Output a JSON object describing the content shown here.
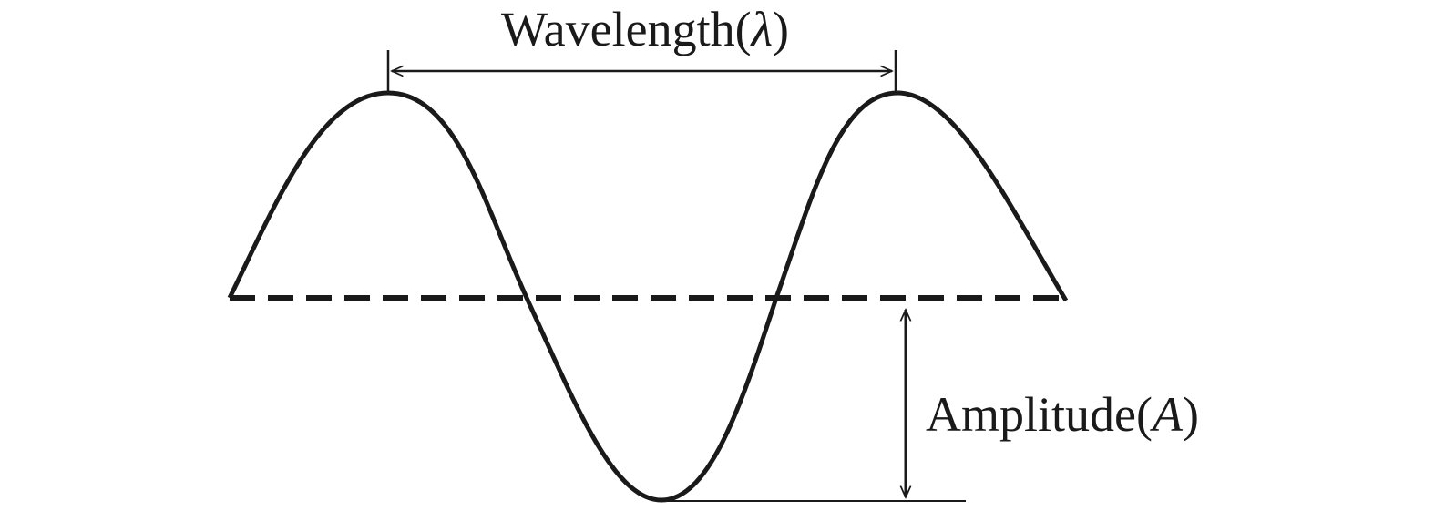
{
  "diagram": {
    "wavelength_label": {
      "word": "Wavelength",
      "open_paren": "(",
      "symbol": "λ",
      "close_paren": ")"
    },
    "amplitude_label": {
      "word": "Amplitude",
      "open_paren": "(",
      "symbol": "A",
      "close_paren": ")"
    },
    "colors": {
      "stroke": "#1a1a1a",
      "background": "#ffffff"
    }
  }
}
